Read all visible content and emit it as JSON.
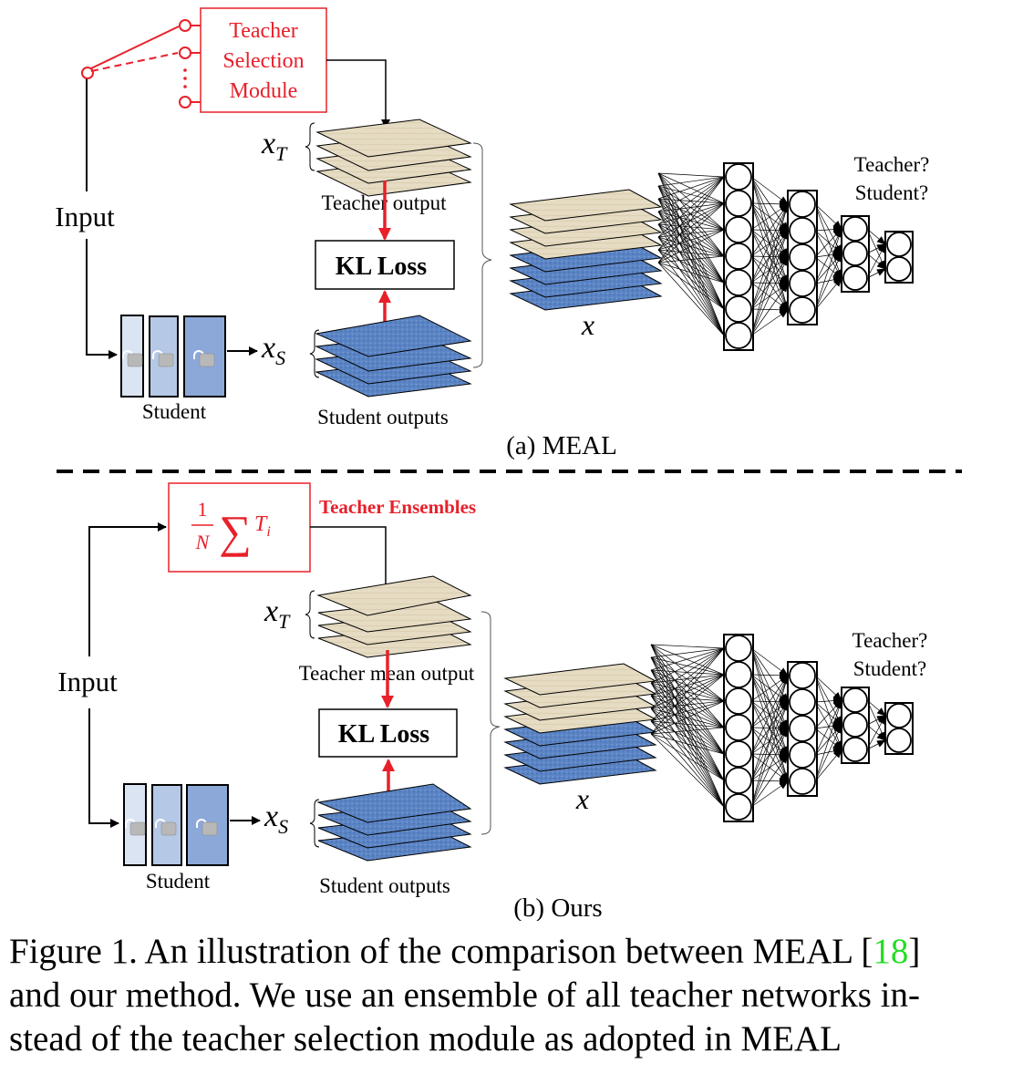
{
  "panel_a": {
    "selection_module_label": [
      "Teacher",
      "Selection",
      "Module"
    ],
    "input_label": "Input",
    "xT_label": "x",
    "xT_sub": "T",
    "xS_label": "x",
    "xS_sub": "S",
    "teacher_output_label": "Teacher output",
    "kl_loss_label": "KL Loss",
    "student_label": "Student",
    "student_outputs_label": "Student outputs",
    "x_label": "x",
    "discriminator_q1": "Teacher?",
    "discriminator_q2": "Student?",
    "subtitle": "(a) MEAL"
  },
  "panel_b": {
    "ensemble_formula_num": "1",
    "ensemble_formula_den": "N",
    "ensemble_formula_sum": "∑",
    "ensemble_formula_term": "T",
    "ensemble_formula_sub": "i",
    "ensemble_label": "Teacher Ensembles",
    "input_label": "Input",
    "xT_label": "x",
    "xT_sub": "T",
    "xS_label": "x",
    "xS_sub": "S",
    "teacher_output_label": "Teacher mean output",
    "kl_loss_label": "KL Loss",
    "student_label": "Student",
    "student_outputs_label": "Student outputs",
    "x_label": "x",
    "discriminator_q1": "Teacher?",
    "discriminator_q2": "Student?",
    "subtitle": "(b) Ours"
  },
  "caption": {
    "line1_pre": "Figure 1. An illustration of the comparison between MEAL [",
    "line1_ref": "18",
    "line1_post": "]",
    "line2": "and our method.  We use an ensemble of all teacher networks in-",
    "line3": "stead of the teacher selection module as adopted in MEAL"
  },
  "colors": {
    "accent_red": "#e8202a",
    "teacher_map": "#e6dcc4",
    "student_map": "#5b84c4",
    "student_block_1": "#dbe4f2",
    "student_block_2": "#b5c8e6",
    "student_block_3": "#8ca8d8",
    "ref_green": "#22dd22"
  },
  "network": {
    "layer_sizes": [
      7,
      5,
      3,
      2
    ]
  }
}
